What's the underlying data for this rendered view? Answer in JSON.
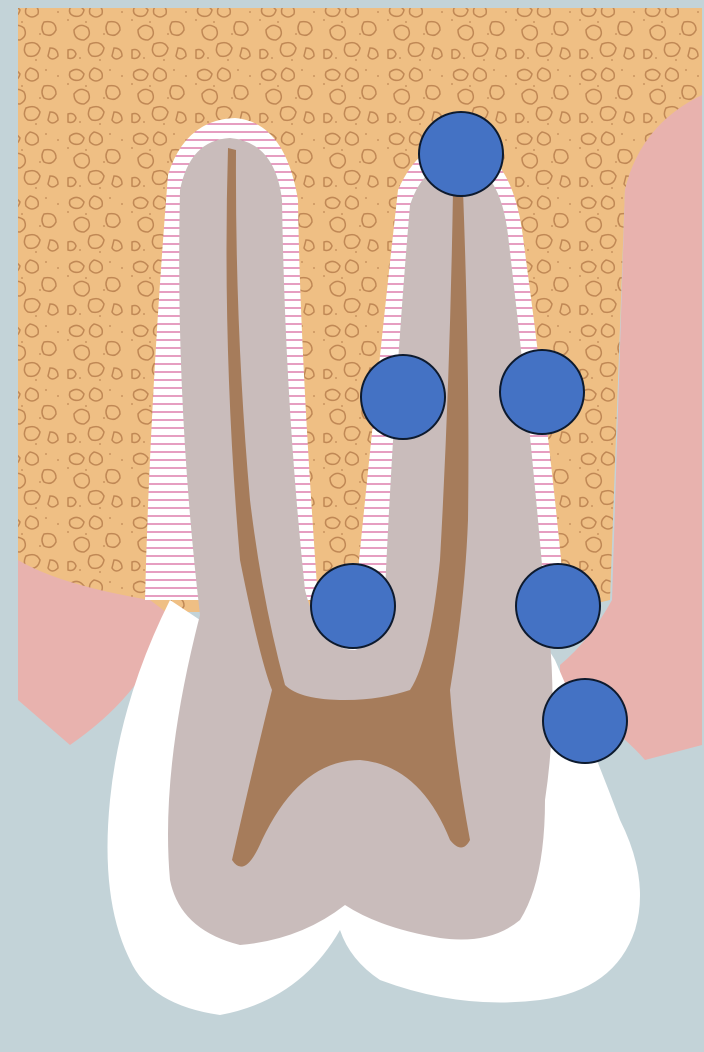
{
  "diagram": {
    "subject": "tooth-cross-section",
    "colors": {
      "background": "#c3d3d8",
      "bone": "#efbf84",
      "bone_pattern": "#c08855",
      "gingiva": "#e8b2ae",
      "enamel": "#ffffff",
      "dentin": "#c9bcbb",
      "pulp": "#a67c5b",
      "ligament_lines": "#d86aa0",
      "marker_fill": "#4472c4",
      "marker_stroke": "#0d1a2e"
    },
    "markers": [
      {
        "id": "root-apex-marker"
      },
      {
        "id": "inner-root-left-marker"
      },
      {
        "id": "outer-root-right-marker"
      },
      {
        "id": "furcation-marker"
      },
      {
        "id": "crest-right-marker"
      },
      {
        "id": "gingiva-right-marker"
      }
    ]
  }
}
